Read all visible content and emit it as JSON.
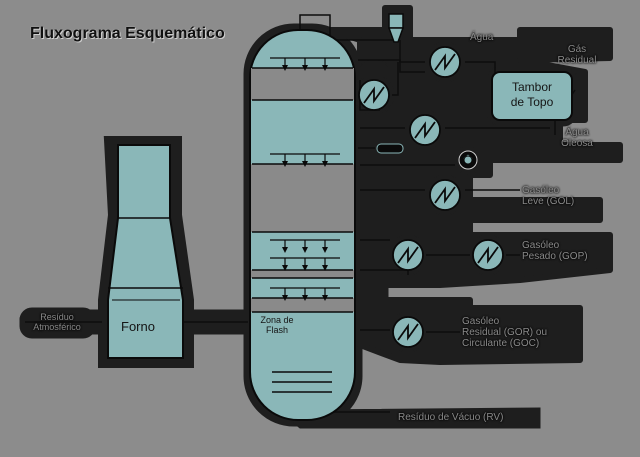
{
  "title": "Fluxograma Esquemático",
  "labels": {
    "forno": "Forno",
    "zona_flash_1": "Zona de",
    "zona_flash_2": "Flash",
    "tambor_1": "Tambor",
    "tambor_2": "de Topo",
    "agua_top": "Água",
    "gas_residual_1": "Gás",
    "gas_residual_2": "Residual",
    "agua_oleosa_1": "Água",
    "agua_oleosa_2": "Oleosa",
    "gasoleo_leve_1": "Gasóleo",
    "gasoleo_leve_2": "Leve (GOL)",
    "gasoleo_pesado_1": "Gasóleo",
    "gasoleo_pesado_2": "Pesado (GOP)",
    "gasoleo_residual_1": "Gasóleo",
    "gasoleo_residual_2": "Residual (GOR) ou",
    "gasoleo_residual_3": "Circulante (GOC)",
    "residuo_vacuo": "Resíduo de Vácuo (RV)",
    "residuo_atm_1": "Resíduo",
    "residuo_atm_2": "Atmosférico"
  },
  "colors": {
    "background": "#8c8c8c",
    "pipe": "#1e1e1e",
    "equipment": "#8ab7b8",
    "section_gray": "#8a8a8a",
    "label_text": "#8a8a8a"
  }
}
